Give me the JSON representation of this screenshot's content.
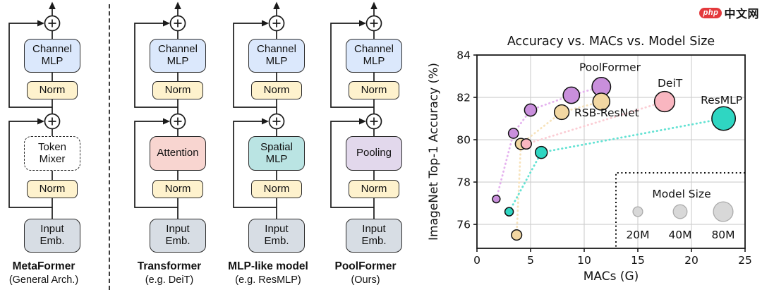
{
  "watermark": {
    "badge": "php",
    "site": "中文网"
  },
  "architecture": {
    "colors": {
      "channel_mlp": "#dbe8fc",
      "norm": "#fef2cd",
      "input": "#d7dde4",
      "token_mixer": "#ffffff",
      "attention": "#f8d5d0",
      "spatial_mlp": "#bae4e3",
      "pooling": "#e2d8ec"
    },
    "columns": [
      {
        "name": "MetaFormer",
        "subtitle": "(General Arch.)",
        "mixer_type": "token_mixer",
        "blocks": {
          "channel_mlp": "Channel\nMLP",
          "norm_top": "Norm",
          "mixer": "Token\nMixer",
          "norm_bottom": "Norm",
          "input": "Input\nEmb."
        }
      },
      {
        "name": "Transformer",
        "subtitle": "(e.g. DeiT)",
        "mixer_type": "attention",
        "blocks": {
          "channel_mlp": "Channel\nMLP",
          "norm_top": "Norm",
          "mixer": "Attention",
          "norm_bottom": "Norm",
          "input": "Input\nEmb."
        }
      },
      {
        "name": "MLP-like model",
        "subtitle": "(e.g. ResMLP)",
        "mixer_type": "spatial_mlp",
        "blocks": {
          "channel_mlp": "Channel\nMLP",
          "norm_top": "Norm",
          "mixer": "Spatial\nMLP",
          "norm_bottom": "Norm",
          "input": "Input\nEmb."
        }
      },
      {
        "name": "PoolFormer",
        "subtitle": "(Ours)",
        "mixer_type": "pooling",
        "blocks": {
          "channel_mlp": "Channel\nMLP",
          "norm_top": "Norm",
          "mixer": "Pooling",
          "norm_bottom": "Norm",
          "input": "Input\nEmb."
        }
      }
    ]
  },
  "chart_data": {
    "type": "scatter",
    "title": "Accuracy vs. MACs vs. Model Size",
    "xlabel": "MACs (G)",
    "ylabel": "ImageNet Top-1 Accuracy (%)",
    "xlim": [
      0,
      25
    ],
    "ylim": [
      74.87,
      84
    ],
    "xticks": [
      0,
      5,
      10,
      15,
      20,
      25
    ],
    "yticks": [
      76,
      78,
      80,
      82,
      84
    ],
    "grid": true,
    "bubble_size_units": "M parameters",
    "size_scale": 1.55,
    "series": [
      {
        "name": "PoolFormer",
        "color": "#c98fdc",
        "line_color": "#e5b3ef",
        "points": [
          {
            "macs_g": 1.8,
            "top1": 77.2,
            "params_m": 12
          },
          {
            "macs_g": 3.4,
            "top1": 80.3,
            "params_m": 21
          },
          {
            "macs_g": 5.0,
            "top1": 81.4,
            "params_m": 31
          },
          {
            "macs_g": 8.8,
            "top1": 82.1,
            "params_m": 56
          },
          {
            "macs_g": 11.6,
            "top1": 82.5,
            "params_m": 73
          }
        ],
        "label": {
          "text": "PoolFormer",
          "x": 12.4,
          "y": 83.25
        }
      },
      {
        "name": "RSB-ResNet",
        "color": "#f2d7a2",
        "line_color": "#f7e3bc",
        "points": [
          {
            "macs_g": 3.7,
            "top1": 75.5,
            "params_m": 22
          },
          {
            "macs_g": 4.1,
            "top1": 79.8,
            "params_m": 26
          },
          {
            "macs_g": 7.9,
            "top1": 81.3,
            "params_m": 45
          },
          {
            "macs_g": 11.6,
            "top1": 81.8,
            "params_m": 60
          }
        ],
        "label": {
          "text": "RSB-ResNet",
          "x": 12.1,
          "y": 81.1
        }
      },
      {
        "name": "DeiT",
        "color": "#f9b6c0",
        "line_color": "#fbcdd4",
        "points": [
          {
            "macs_g": 4.6,
            "top1": 79.8,
            "params_m": 22
          },
          {
            "macs_g": 17.5,
            "top1": 81.8,
            "params_m": 86
          }
        ],
        "label": {
          "text": "DeiT",
          "x": 18.0,
          "y": 82.5
        }
      },
      {
        "name": "ResMLP",
        "color": "#2fd6c2",
        "line_color": "#63e2d3",
        "points": [
          {
            "macs_g": 3.0,
            "top1": 76.6,
            "params_m": 15
          },
          {
            "macs_g": 6.0,
            "top1": 79.4,
            "params_m": 30
          },
          {
            "macs_g": 23.0,
            "top1": 81.0,
            "params_m": 116
          }
        ],
        "label": {
          "text": "ResMLP",
          "x": 22.8,
          "y": 81.7
        }
      }
    ],
    "legend": {
      "title": "Model Size",
      "entries": [
        {
          "label": "20M",
          "params_m": 20
        },
        {
          "label": "40M",
          "params_m": 40
        },
        {
          "label": "80M",
          "params_m": 80
        }
      ]
    }
  }
}
